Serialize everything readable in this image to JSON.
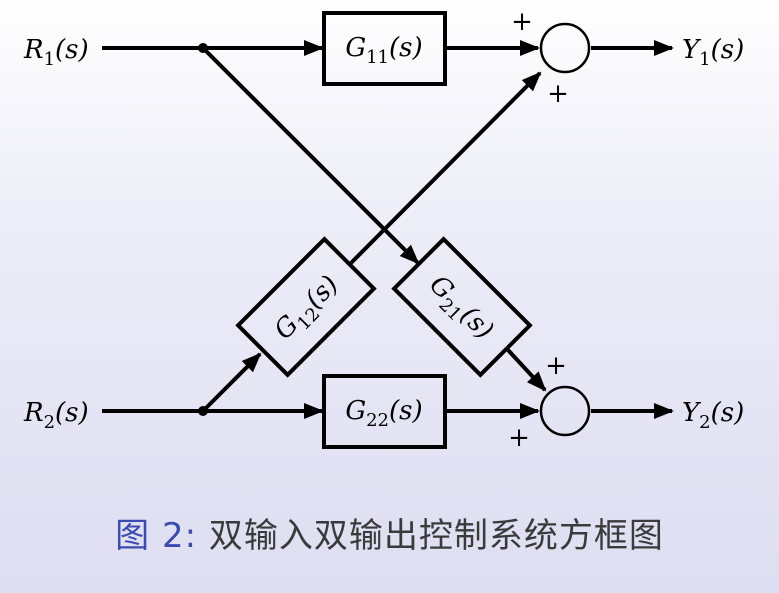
{
  "diagram": {
    "inputs": [
      {
        "sym": "R",
        "sub": "1",
        "arg": "(s)"
      },
      {
        "sym": "R",
        "sub": "2",
        "arg": "(s)"
      }
    ],
    "outputs": [
      {
        "sym": "Y",
        "sub": "1",
        "arg": "(s)"
      },
      {
        "sym": "Y",
        "sub": "2",
        "arg": "(s)"
      }
    ],
    "blocks": {
      "g11": {
        "sym": "G",
        "sub": "11",
        "arg": "(s)"
      },
      "g22": {
        "sym": "G",
        "sub": "22",
        "arg": "(s)"
      },
      "g12": {
        "sym": "G",
        "sub": "12",
        "arg": "(s)"
      },
      "g21": {
        "sym": "G",
        "sub": "21",
        "arg": "(s)"
      }
    },
    "signs": {
      "sum1_top": "+",
      "sum1_bottom": "+",
      "sum2_top": "+",
      "sum2_bottom": "+"
    }
  },
  "caption": {
    "figure_label": "图 2:",
    "text": "双输入双输出控制系统方框图"
  },
  "colors": {
    "line": "#000000",
    "caption_label": "#3b4bb0",
    "caption_text": "#3a3a3a"
  }
}
